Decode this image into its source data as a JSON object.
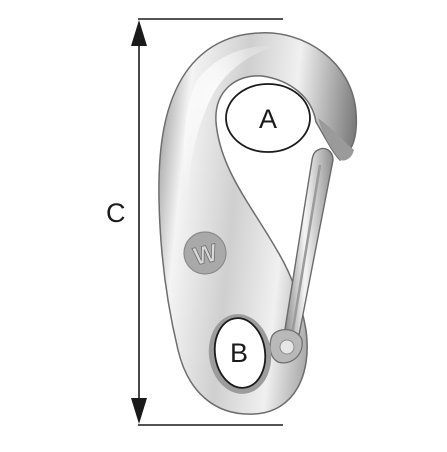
{
  "labels": {
    "a": "A",
    "b": "B",
    "c": "C"
  },
  "logo_letter": "W",
  "colors": {
    "background": "#ffffff",
    "line": "#1a1a1a",
    "steel_light": "#f1f1f1",
    "steel_mid": "#c9c9c9",
    "steel_dark": "#7d7d7d",
    "ellipse_fill": "#ffffff"
  }
}
